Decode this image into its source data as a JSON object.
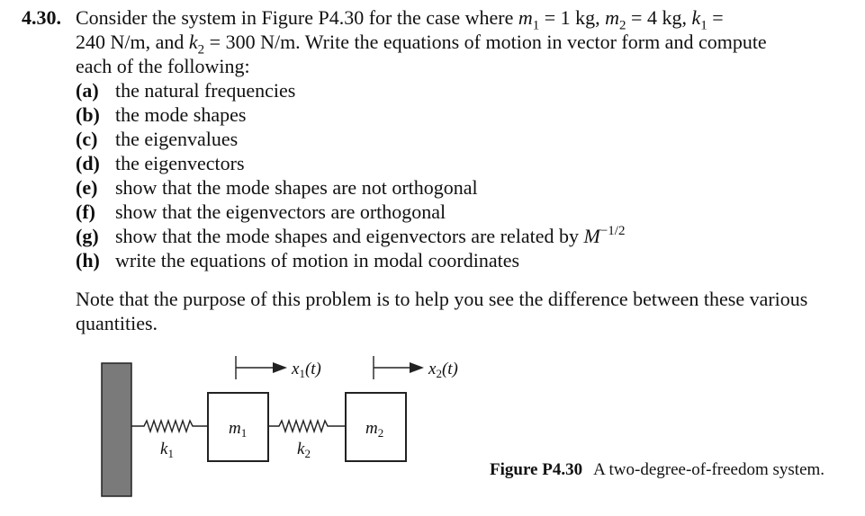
{
  "problem": {
    "number": "4.30.",
    "intro_1": "Consider the system in Figure P4.30 for the case where",
    "m1_label": "m",
    "m1_sub": "1",
    "m1_value": "= 1 kg,",
    "m2_label": "m",
    "m2_sub": "2",
    "m2_value": "= 4 kg,",
    "k1_label": "k",
    "k1_sub": "1",
    "k1_value_a": "=",
    "k1_value_b": "240 N/m, and",
    "k2_label": "k",
    "k2_sub": "2",
    "k2_value": "= 300 N/m. Write the equations of motion in vector form and compute",
    "intro_3": "each of the following:",
    "parts": [
      {
        "label": "(a)",
        "text": "the natural frequencies"
      },
      {
        "label": "(b)",
        "text": "the mode shapes"
      },
      {
        "label": "(c)",
        "text": "the eigenvalues"
      },
      {
        "label": "(d)",
        "text": "the eigenvectors"
      },
      {
        "label": "(e)",
        "text": "show that the mode shapes are not orthogonal"
      },
      {
        "label": "(f)",
        "text": "show that the eigenvectors are orthogonal"
      },
      {
        "label": "(g)",
        "text": "show that the mode shapes and eigenvectors are related by",
        "math": "M",
        "math_sup": "−1/2"
      },
      {
        "label": "(h)",
        "text": "write the equations of motion in modal coordinates"
      }
    ],
    "note": "Note that the purpose of this problem is to help you see the difference between these various quantities."
  },
  "figure": {
    "x1_label": "x",
    "x1_sub": "1",
    "x1_arg": "(t)",
    "x2_label": "x",
    "x2_sub": "2",
    "x2_arg": "(t)",
    "mass1_label": "m",
    "mass1_sub": "1",
    "mass2_label": "m",
    "mass2_sub": "2",
    "spring1_label": "k",
    "spring1_sub": "1",
    "spring2_label": "k",
    "spring2_sub": "2",
    "wall_color": "#7a7a7a",
    "caption_title": "Figure P4.30",
    "caption_text": "A two-degree-of-freedom system."
  }
}
